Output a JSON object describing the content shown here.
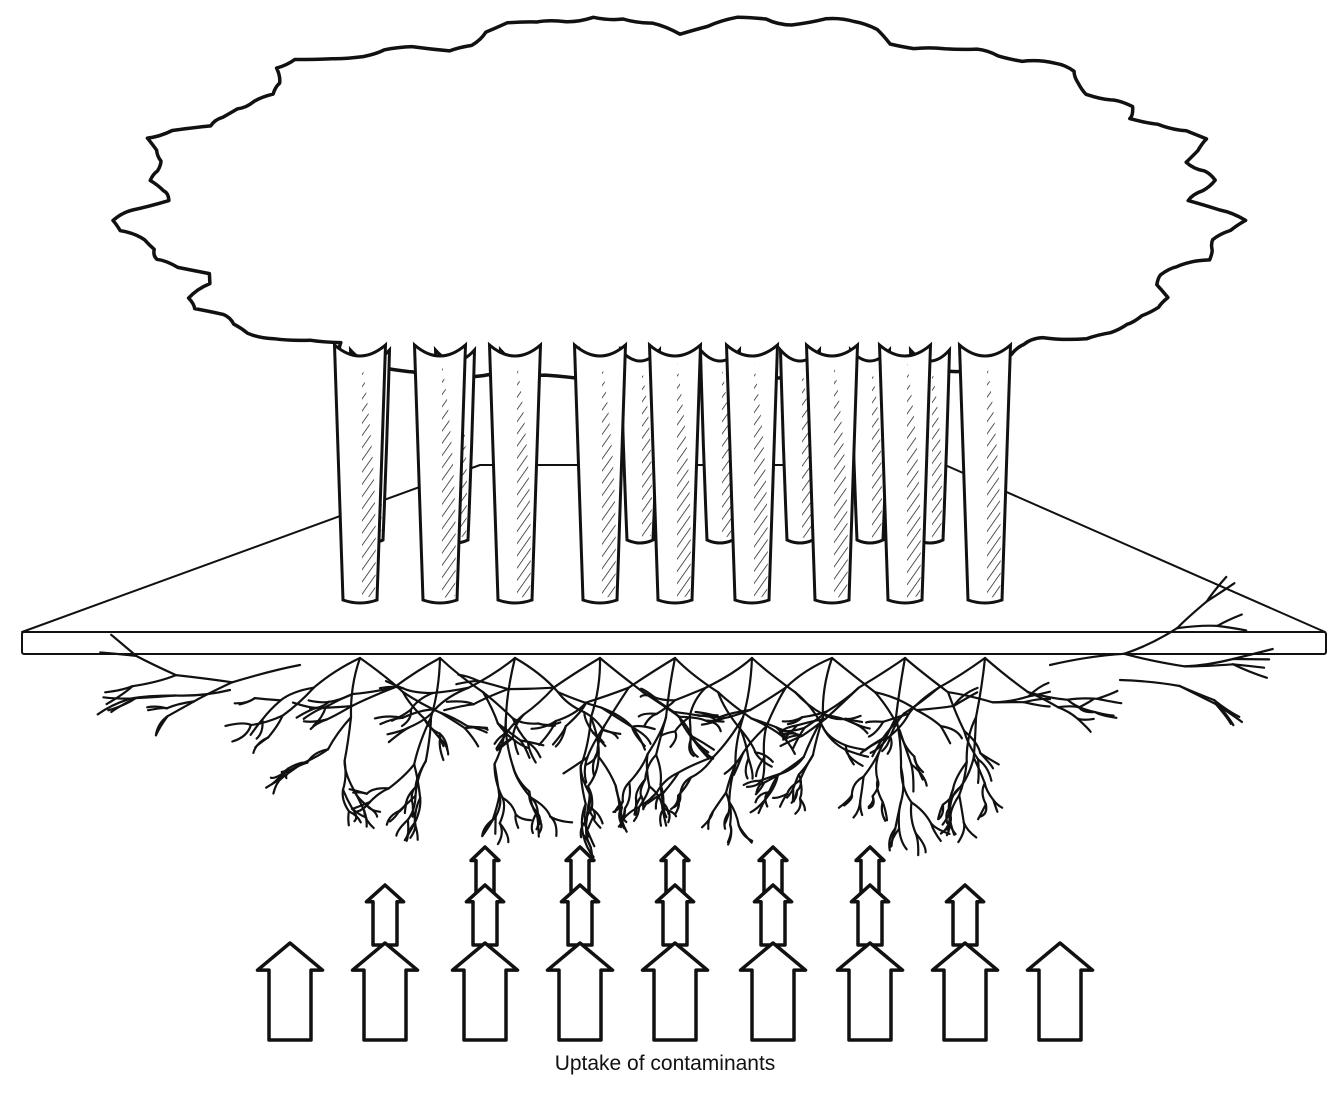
{
  "figure": {
    "caption": "Uptake of contaminants",
    "elements": {
      "canopy": "tree-canopy",
      "trunks": "tree-trunks",
      "ground": "ground-plane",
      "roots": "root-system",
      "arrows": "contaminant-uptake-arrows"
    }
  },
  "colors": {
    "ink": "#111111",
    "paper": "#ffffff"
  }
}
